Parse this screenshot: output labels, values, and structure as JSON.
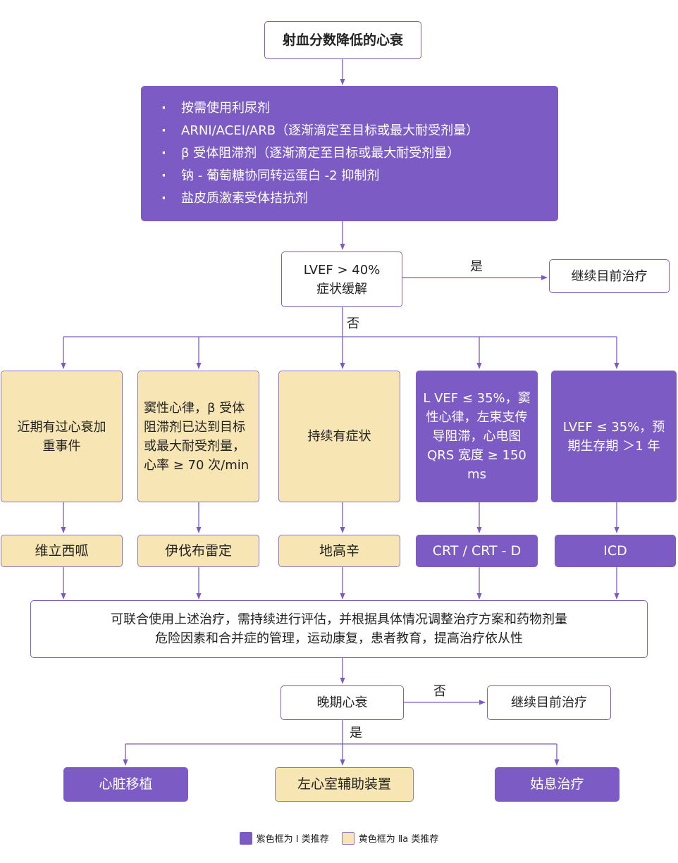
{
  "nodes": {
    "start": "射血分数降低的心衰",
    "therapy": [
      "按需使用利尿剂",
      "ARNI/ACEI/ARB（逐渐滴定至目标或最大耐受剂量）",
      "β 受体阻滞剂（逐渐滴定至目标或最大耐受剂量）",
      "钠 - 葡萄糖协同转运蛋白 -2 抑制剂",
      "盐皮质激素受体拮抗剂"
    ],
    "decision1_line1": "LVEF > 40%",
    "decision1_line2": "症状缓解",
    "continue1": "继续目前治疗",
    "yes1": "是",
    "no1": "否",
    "cond1": "近期有过心衰加重事件",
    "cond2": "窦性心律，β 受体阻滞剂已达到目标或最大耐受剂量，心率 ≥ 70 次/min",
    "cond3": "持续有症状",
    "cond4": "L VEF ≤ 35%，窦性心律，左束支传导阻滞，心电图 QRS 宽度 ≥ 150 ms",
    "cond5": "LVEF ≤ 35%，预期生存期 ＞1 年",
    "treat1": "维立西呱",
    "treat2": "伊伐布雷定",
    "treat3": "地高辛",
    "treat4": "CRT / CRT - D",
    "treat5": "ICD",
    "combined_line1": "可联合使用上述治疗，需持续进行评估，并根据具体情况调整治疗方案和药物剂量",
    "combined_line2": "危险因素和合并症的管理，运动康复，患者教育，提高治疗依从性",
    "advanced": "晚期心衰",
    "no2": "否",
    "continue2": "继续目前治疗",
    "yes2": "是",
    "final1": "心脏移植",
    "final2": "左心室辅助装置",
    "final3": "姑息治疗"
  },
  "legend": {
    "purple": "紫色框为 Ⅰ 类推荐",
    "yellow": "黄色框为 Ⅱa 类推荐"
  },
  "colors": {
    "purple": "#7c5cc4",
    "yellow": "#f7e6b3"
  }
}
